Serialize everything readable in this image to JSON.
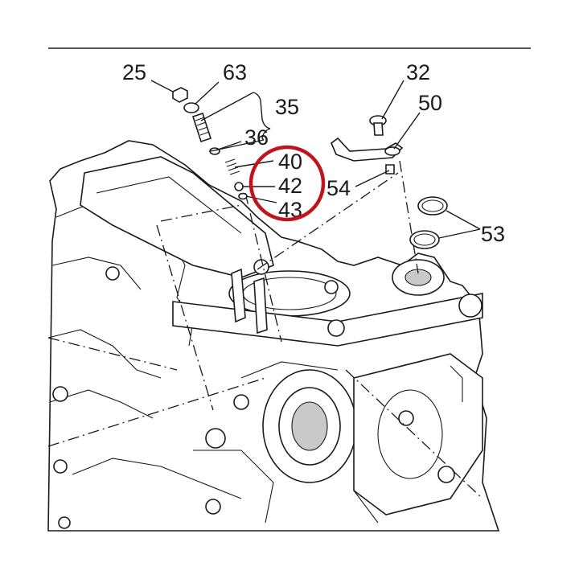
{
  "callouts": [
    {
      "id": "25",
      "text": "25"
    },
    {
      "id": "63",
      "text": "63"
    },
    {
      "id": "35",
      "text": "35"
    },
    {
      "id": "36",
      "text": "36"
    },
    {
      "id": "40",
      "text": "40"
    },
    {
      "id": "42",
      "text": "42"
    },
    {
      "id": "43",
      "text": "43"
    },
    {
      "id": "32",
      "text": "32"
    },
    {
      "id": "50",
      "text": "50"
    },
    {
      "id": "54",
      "text": "54"
    },
    {
      "id": "53",
      "text": "53"
    }
  ],
  "colors": {
    "line": "#1a1a1a",
    "highlight_circle": "#c0141c",
    "background": "#ffffff"
  }
}
